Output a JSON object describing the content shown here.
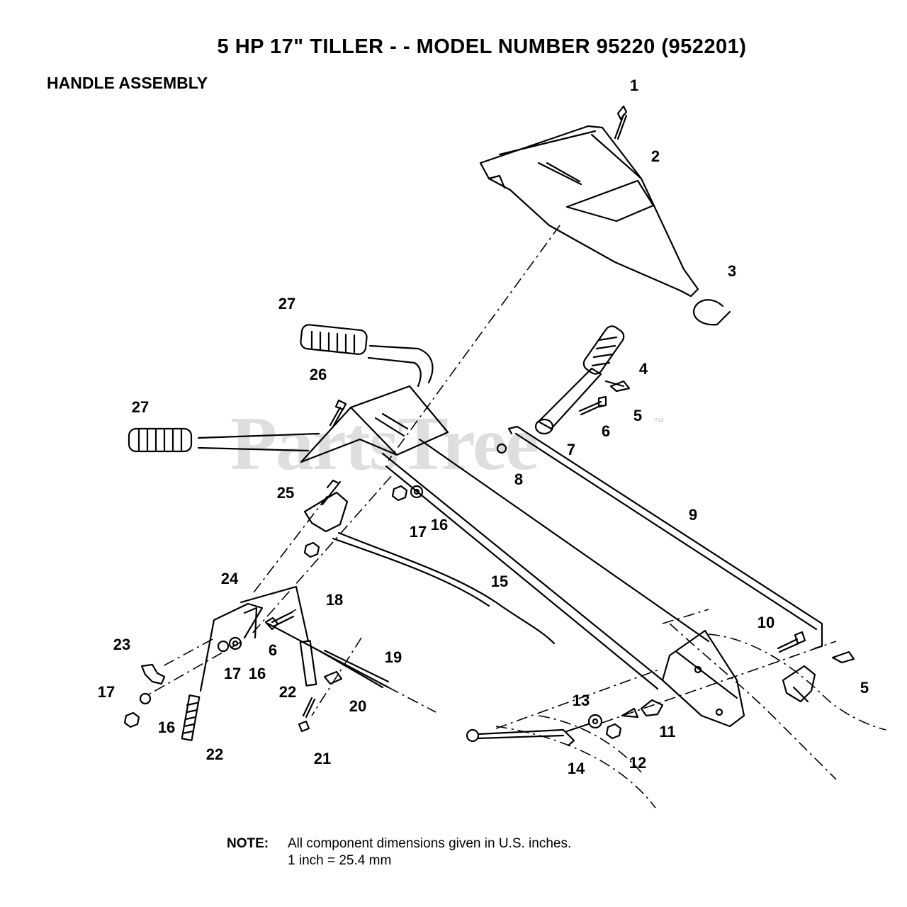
{
  "title": "5 HP 17\" TILLER - - MODEL NUMBER 95220 (952201)",
  "subtitle": "HANDLE ASSEMBLY",
  "watermark": "PartsTree",
  "watermark_tm": "™",
  "note": {
    "label": "NOTE:",
    "line1": "All component dimensions given in U.S. inches.",
    "line2": "1 inch = 25.4 mm"
  },
  "callouts": [
    "1",
    "2",
    "3",
    "4",
    "5",
    "6",
    "7",
    "8",
    "9",
    "15",
    "16",
    "17",
    "18",
    "25",
    "26",
    "27",
    "27",
    "24",
    "23",
    "17",
    "16",
    "6",
    "17",
    "16",
    "22",
    "22",
    "19",
    "20",
    "21",
    "10",
    "5",
    "13",
    "11",
    "12",
    "14"
  ]
}
